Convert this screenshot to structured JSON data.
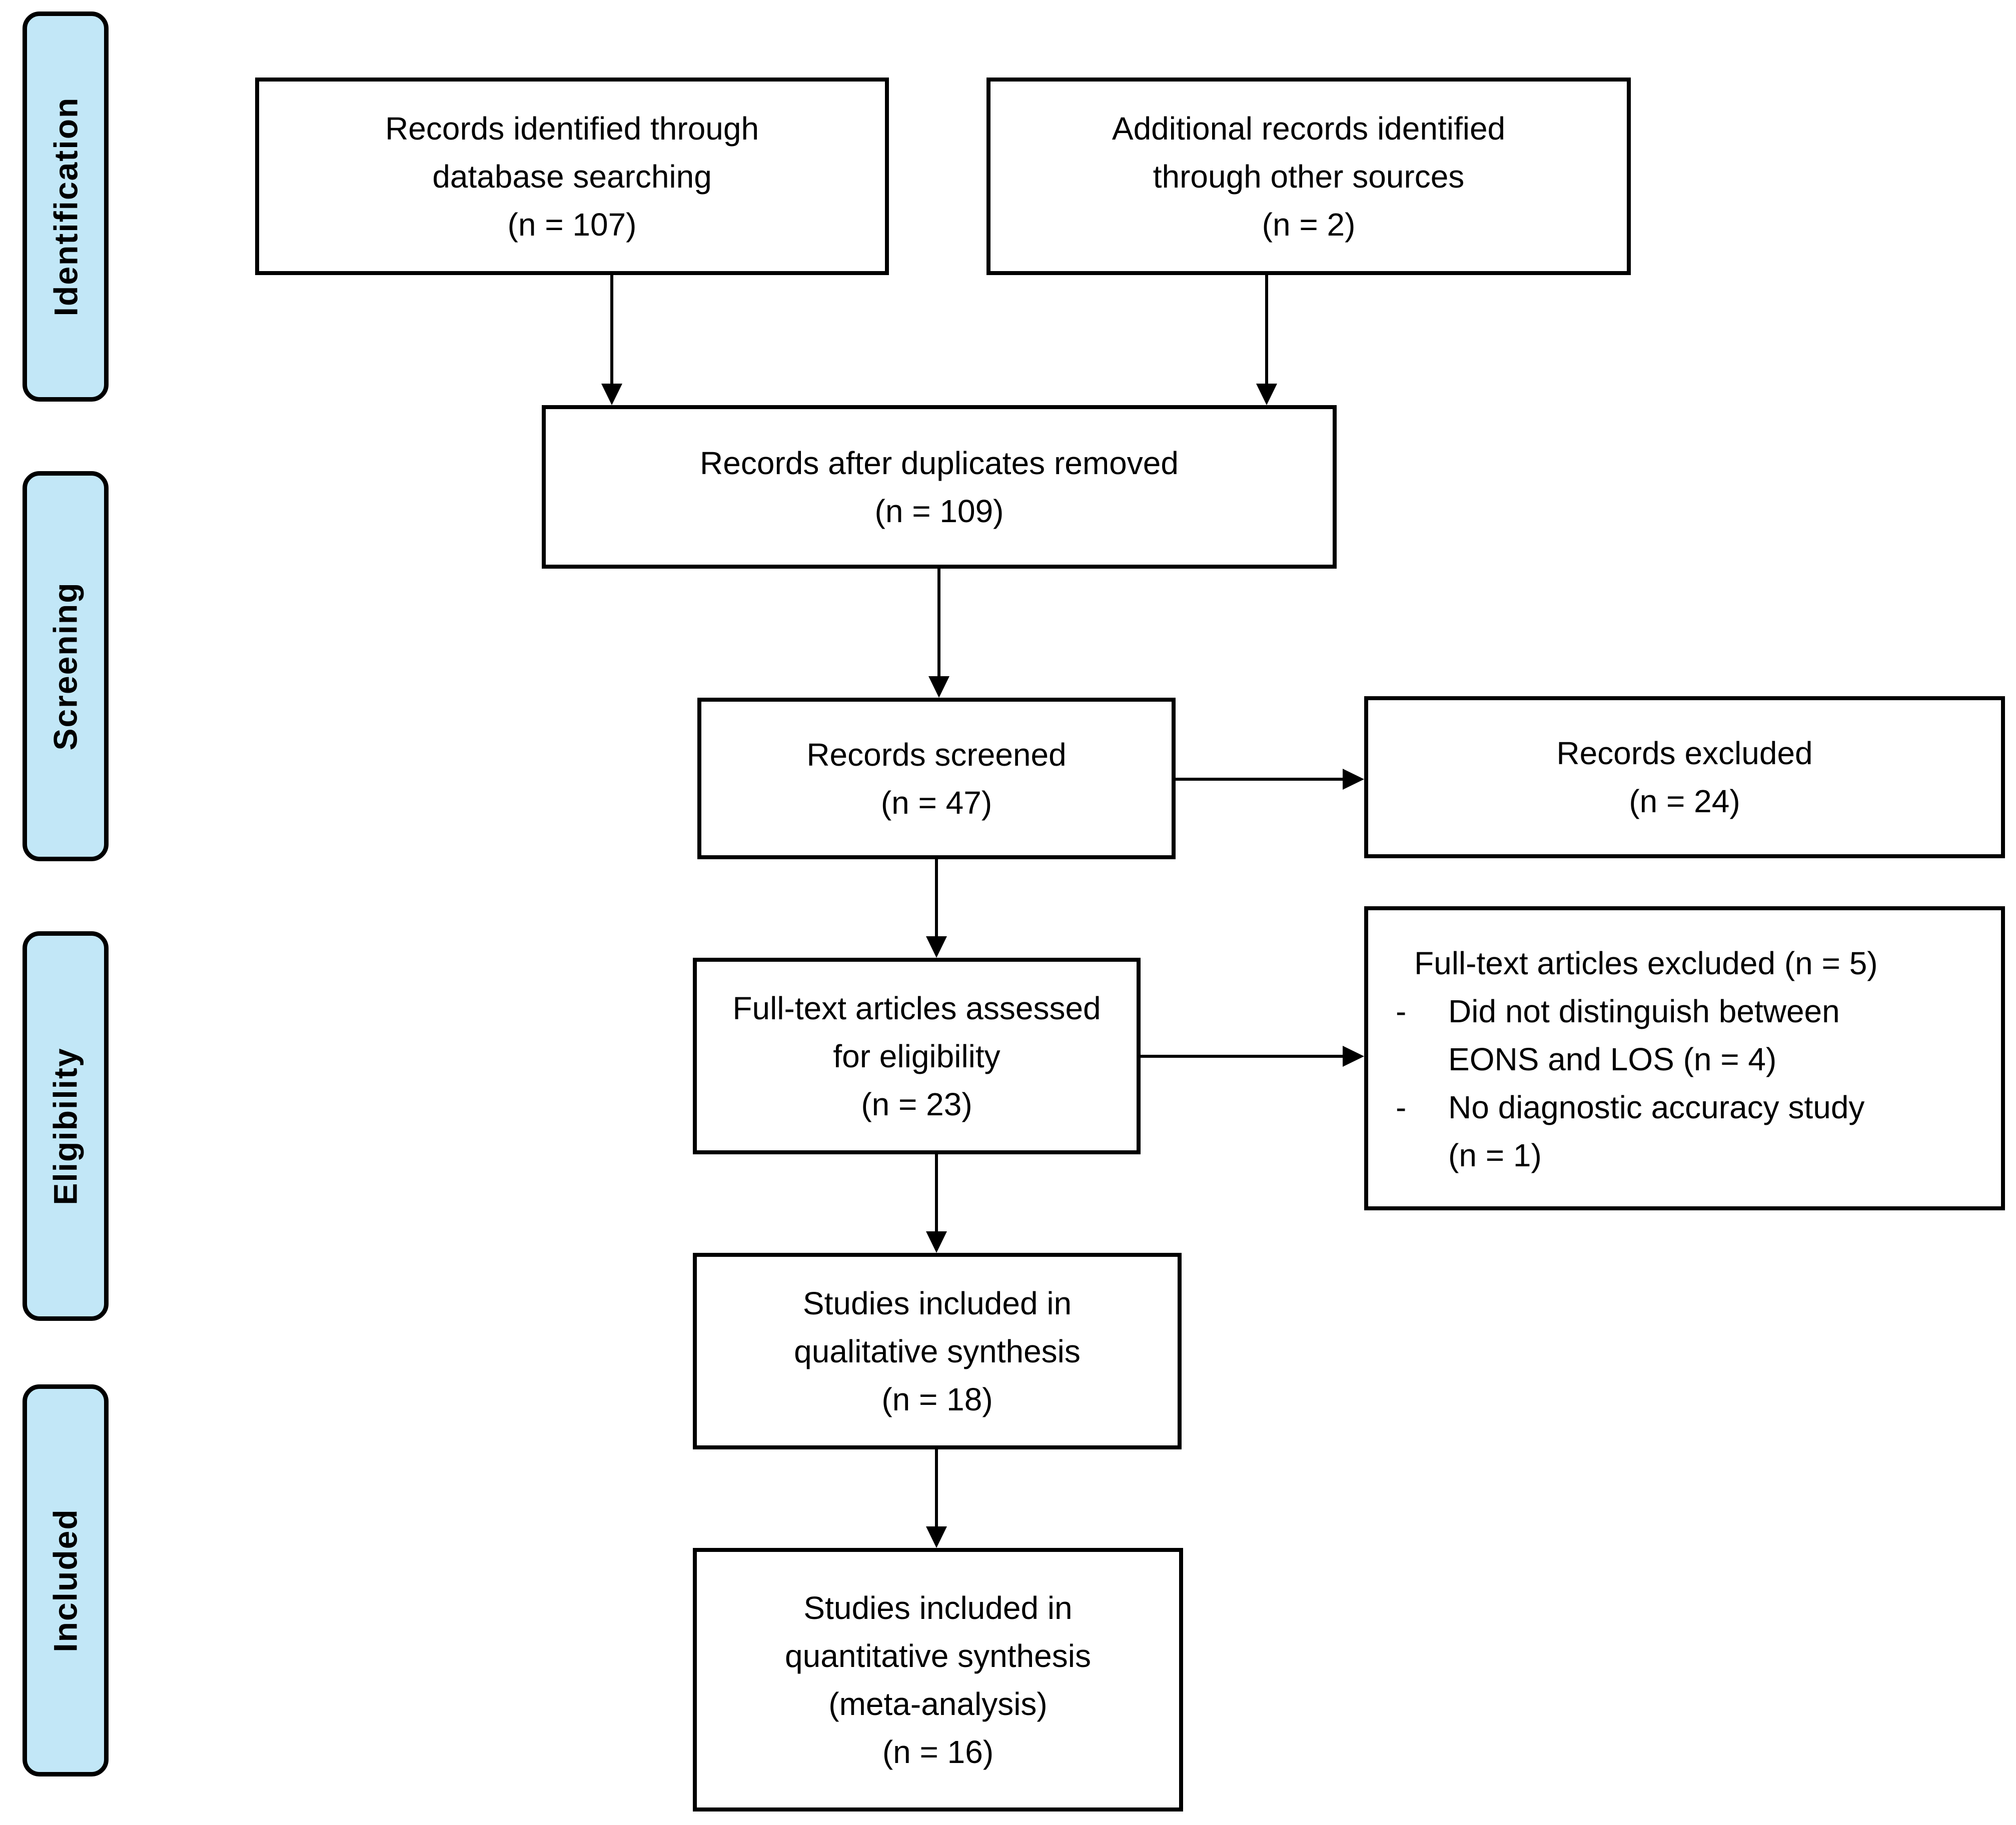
{
  "colors": {
    "stage_fill": "#C2E7F7",
    "box_fill": "#FFFFFF",
    "border": "#000000",
    "page_background": "#FFFFFF"
  },
  "stages": [
    {
      "label": "Identification"
    },
    {
      "label": "Screening"
    },
    {
      "label": "Eligibility"
    },
    {
      "label": "Included"
    }
  ],
  "boxes": {
    "identified_db": {
      "lines": [
        "Records identified through",
        "database searching",
        "(n = 107)"
      ]
    },
    "identified_other": {
      "lines": [
        "Additional records identified",
        "through other sources",
        "(n = 2)"
      ]
    },
    "after_duplicates": {
      "lines": [
        "Records after duplicates removed",
        "(n = 109)"
      ]
    },
    "screened": {
      "lines": [
        "Records screened",
        "(n = 47)"
      ]
    },
    "records_excluded": {
      "lines": [
        "Records excluded",
        "(n = 24)"
      ]
    },
    "fulltext_assessed": {
      "lines": [
        "Full-text articles assessed",
        "for eligibility",
        "(n = 23)"
      ]
    },
    "fulltext_excluded": {
      "title": "Full-text articles excluded (n = 5)",
      "reasons": [
        {
          "dash": "-",
          "lines": [
            "Did not distinguish between",
            "EONS and LOS (n = 4)"
          ]
        },
        {
          "dash": "-",
          "lines": [
            "No diagnostic accuracy study",
            "(n = 1)"
          ]
        }
      ]
    },
    "qualitative_included": {
      "lines": [
        "Studies included in",
        "qualitative synthesis",
        "(n = 18)"
      ]
    },
    "quantitative_included": {
      "lines": [
        "Studies included in",
        "quantitative synthesis",
        "(meta-analysis)",
        "(n = 16)"
      ]
    }
  }
}
